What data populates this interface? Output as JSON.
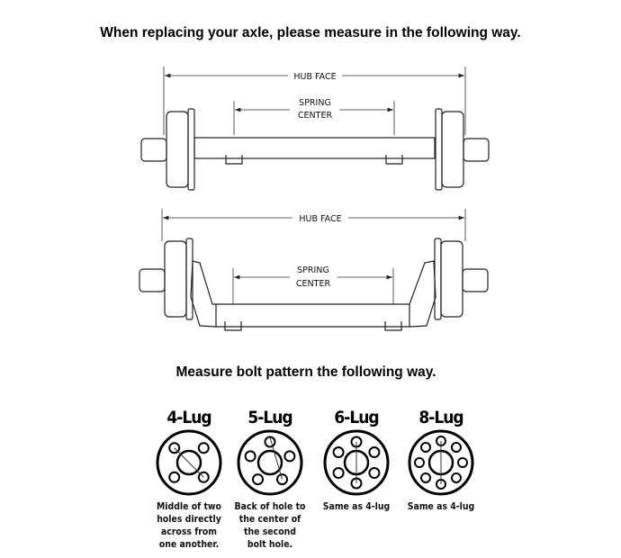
{
  "heading": "When replacing your axle, please measure in the following way.",
  "straight_axle": {
    "hub_face_label": "HUB FACE",
    "spring_center_label_1": "SPRING",
    "spring_center_label_2": "CENTER"
  },
  "drop_axle": {
    "hub_face_label": "HUB FACE",
    "spring_center_label_1": "SPRING",
    "spring_center_label_2": "CENTER"
  },
  "bolt_heading": "Measure bolt pattern the following way.",
  "bolt_patterns": [
    {
      "title": "4-Lug",
      "holes": 4,
      "description": "Middle of two holes directly across from one another."
    },
    {
      "title": "5-Lug",
      "holes": 5,
      "description": "Back of hole to the center of the second bolt hole."
    },
    {
      "title": "6-Lug",
      "holes": 6,
      "description": "Same as 4-lug"
    },
    {
      "title": "8-Lug",
      "holes": 8,
      "description": "Same as 4-lug"
    }
  ]
}
